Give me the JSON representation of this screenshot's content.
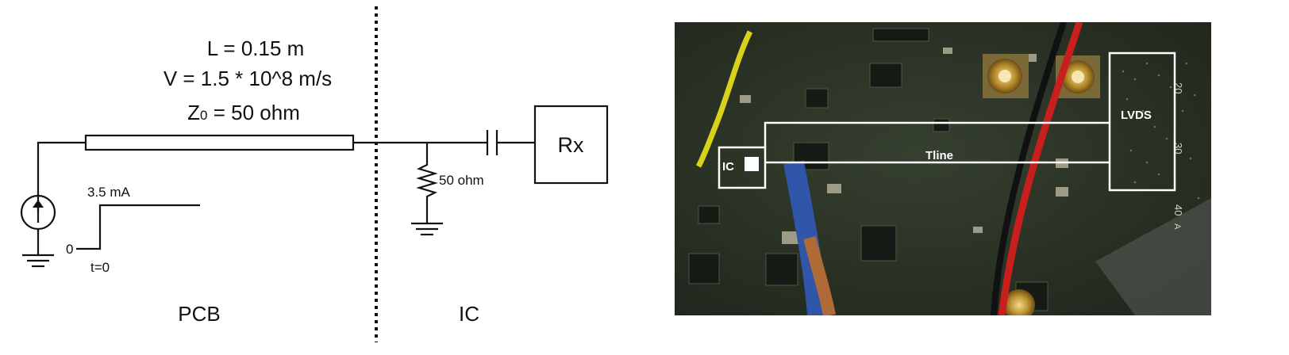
{
  "schematic": {
    "params": {
      "length": "L = 0.15 m",
      "velocity": "V = 1.5 * 10^8 m/s",
      "impedance_prefix": "Z",
      "impedance_sub": "0",
      "impedance_suffix": " = 50 ohm"
    },
    "source": {
      "current": "3.5 mA",
      "low_level": "0",
      "time": "t=0"
    },
    "termination": "50 ohm",
    "receiver": "Rx",
    "regions": {
      "left": "PCB",
      "right": "IC"
    }
  },
  "photo": {
    "labels": {
      "ic": "IC",
      "tline": "Tline",
      "lvds": "LVDS"
    },
    "silkscreen": [
      "20",
      "30",
      "40",
      "A"
    ],
    "colors": {
      "board": "#2a3326",
      "outline": "#ffffff",
      "wire_red": "#c81e1e",
      "wire_yellow": "#d8d21a",
      "cable_blue": "#2f56a8"
    }
  }
}
